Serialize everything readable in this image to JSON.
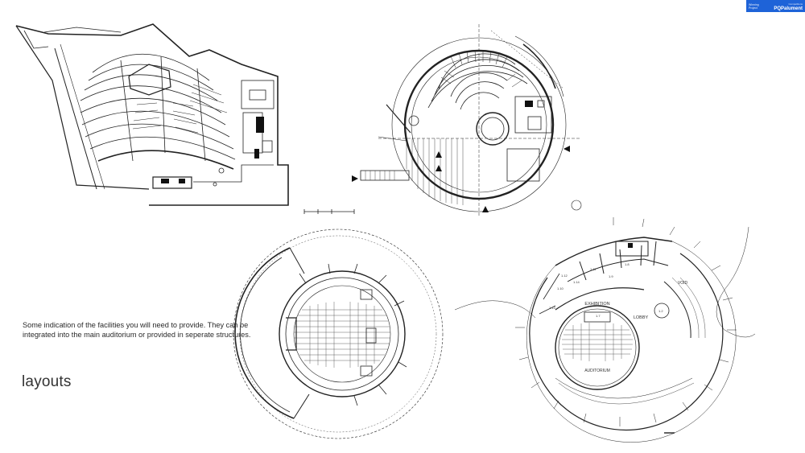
{
  "badge": {
    "small_text": "Winning Project",
    "brand": "PQPalument",
    "brand_sub": "Competitions"
  },
  "caption": "Some indication of the facilities you will need to provide. They can be integrated into the main auditorium or provided in seperate structures.",
  "heading": "layouts",
  "plan_labels": {
    "exhibition": "EXHIBITION",
    "lobby": "LOBBY",
    "auditorium": "AUDITORIUM",
    "void": "VOID",
    "rooms": [
      "1.12",
      "1.11",
      "1.10",
      "1.9",
      "1.8",
      "1.14",
      "1.13",
      "1.7",
      "1.2"
    ]
  },
  "colors": {
    "badge": "#1e63d8",
    "line": "#222222",
    "fill_dark": "#111111"
  }
}
